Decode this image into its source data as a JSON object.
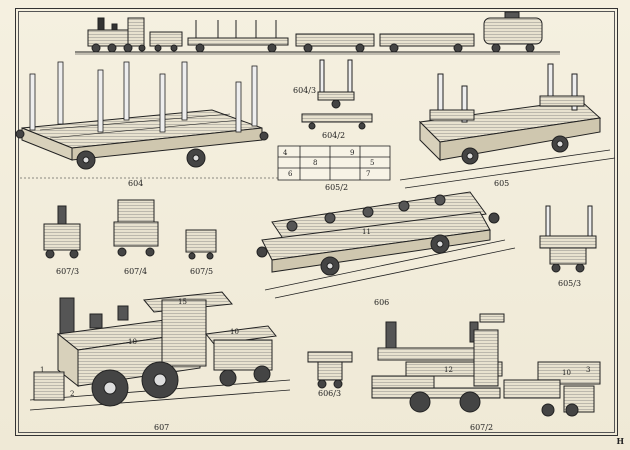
{
  "page_letter": "H",
  "figures": [
    {
      "id": "f604",
      "label": "604"
    },
    {
      "id": "f604_3",
      "label": "604/3"
    },
    {
      "id": "f604_2",
      "label": "604/2"
    },
    {
      "id": "f605_2",
      "label": "605/2"
    },
    {
      "id": "f605",
      "label": "605"
    },
    {
      "id": "f607_3",
      "label": "607/3"
    },
    {
      "id": "f607_4",
      "label": "607/4"
    },
    {
      "id": "f607_5",
      "label": "607/5"
    },
    {
      "id": "f606",
      "label": "606"
    },
    {
      "id": "f605_3",
      "label": "605/3"
    },
    {
      "id": "f607",
      "label": "607"
    },
    {
      "id": "f606_3",
      "label": "606/3"
    },
    {
      "id": "f607_2",
      "label": "607/2"
    }
  ],
  "part_numbers": [
    "4",
    "8",
    "9",
    "5",
    "6",
    "7",
    "3",
    "10",
    "11",
    "12",
    "2",
    "1",
    "15"
  ]
}
